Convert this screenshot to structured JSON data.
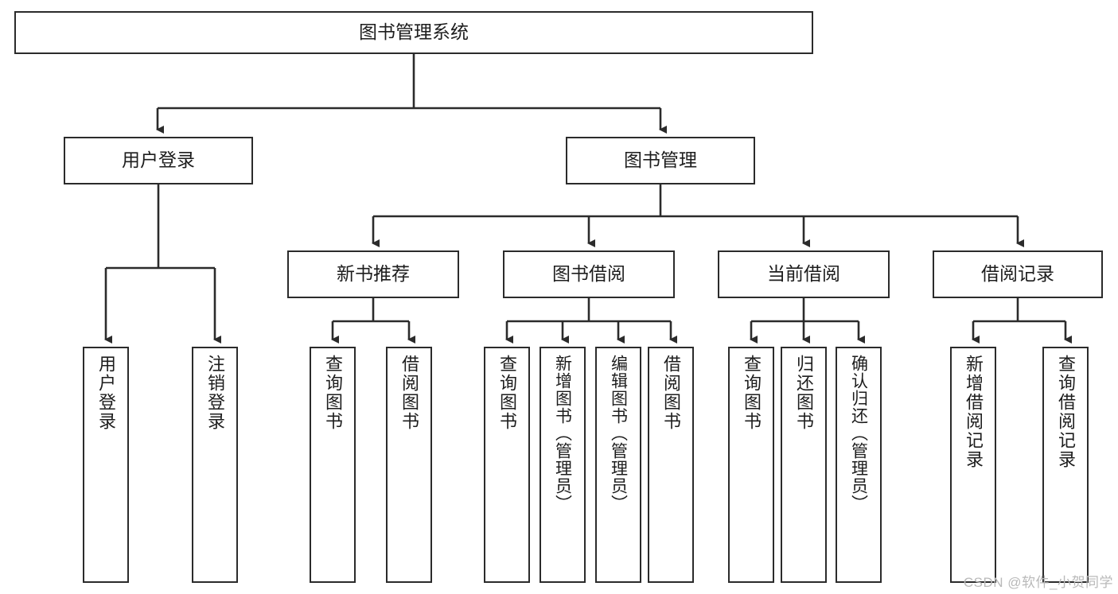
{
  "diagram": {
    "title": "图书管理系统",
    "type": "tree-hierarchy",
    "watermark": "CSDN @软件_小贺同学",
    "colors": {
      "box_border": "#2b2b2b",
      "box_fill": "#ffffff",
      "connector": "#2b2b2b",
      "text": "#1d1d1d",
      "watermark": "#b9b9b9"
    },
    "nodes": {
      "root": {
        "label": "图书管理系统"
      },
      "level2": [
        {
          "label": "用户登录"
        },
        {
          "label": "图书管理"
        }
      ],
      "level3": [
        {
          "label": "新书推荐"
        },
        {
          "label": "图书借阅"
        },
        {
          "label": "当前借阅"
        },
        {
          "label": "借阅记录"
        }
      ],
      "leaves": {
        "user_login": [
          {
            "label": "用户登录"
          },
          {
            "label": "注销登录"
          }
        ],
        "new_book_recommend": [
          {
            "label": "查询图书"
          },
          {
            "label": "借阅图书"
          }
        ],
        "book_borrow": [
          {
            "label": "查询图书"
          },
          {
            "label": "新增图书（管理员）"
          },
          {
            "label": "编辑图书（管理员）"
          },
          {
            "label": "借阅图书"
          }
        ],
        "current_borrow": [
          {
            "label": "查询图书"
          },
          {
            "label": "归还图书"
          },
          {
            "label": "确认归还（管理员）"
          }
        ],
        "borrow_record": [
          {
            "label": "新增借阅记录"
          },
          {
            "label": "查询借阅记录"
          }
        ]
      }
    }
  }
}
